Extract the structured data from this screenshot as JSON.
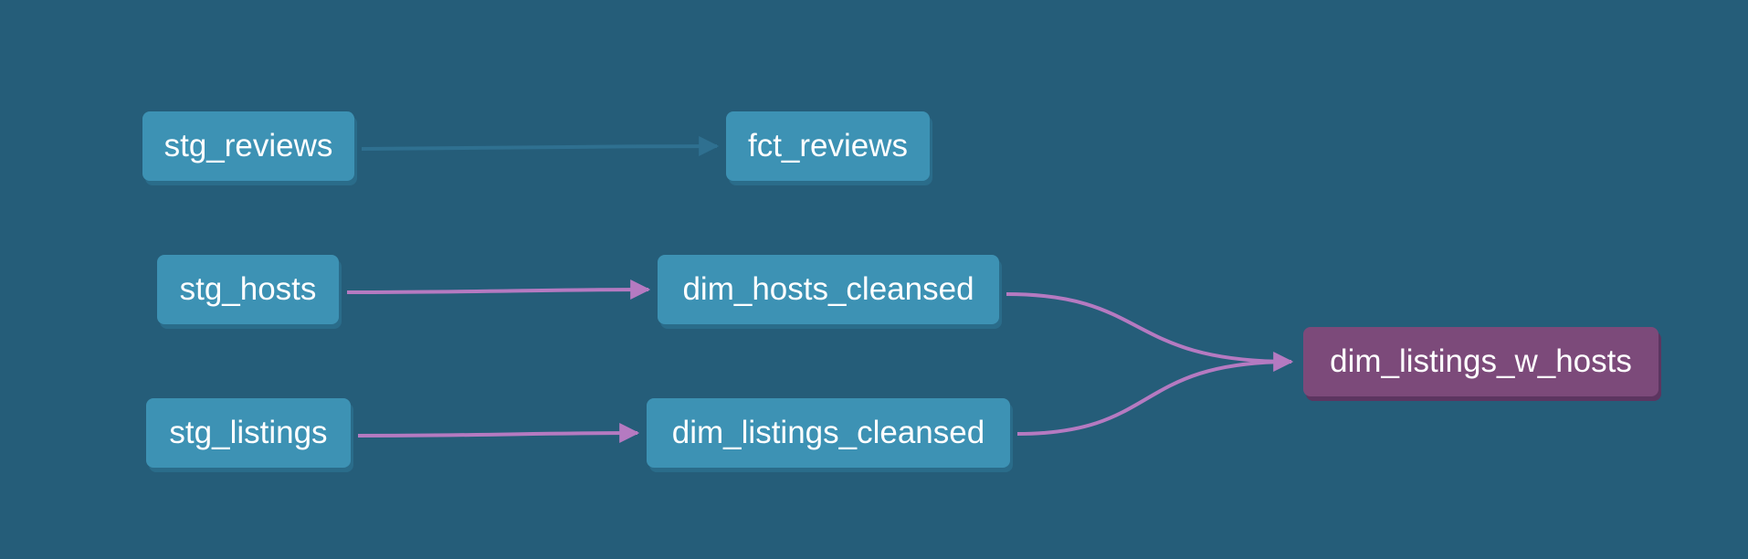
{
  "colors": {
    "background": "#255d79",
    "node": "#3d92b4",
    "node_shadow": "#2a6c8a",
    "node_focus": "#7c4a7a",
    "node_focus_shadow": "#5c3560",
    "edge_highlight": "#b57ac1",
    "edge_muted": "#2f7090",
    "label": "#ffffff"
  },
  "nodes": {
    "stg_reviews": "stg_reviews",
    "fct_reviews": "fct_reviews",
    "stg_hosts": "stg_hosts",
    "dim_hosts_cleansed": "dim_hosts_cleansed",
    "stg_listings": "stg_listings",
    "dim_listings_cleansed": "dim_listings_cleansed",
    "dim_listings_w_hosts": "dim_listings_w_hosts"
  },
  "edges": [
    {
      "from": "stg_reviews",
      "to": "fct_reviews",
      "highlighted": false
    },
    {
      "from": "stg_hosts",
      "to": "dim_hosts_cleansed",
      "highlighted": true
    },
    {
      "from": "stg_listings",
      "to": "dim_listings_cleansed",
      "highlighted": true
    },
    {
      "from": "dim_hosts_cleansed",
      "to": "dim_listings_w_hosts",
      "highlighted": true
    },
    {
      "from": "dim_listings_cleansed",
      "to": "dim_listings_w_hosts",
      "highlighted": true
    }
  ],
  "selected_node": "dim_listings_w_hosts"
}
